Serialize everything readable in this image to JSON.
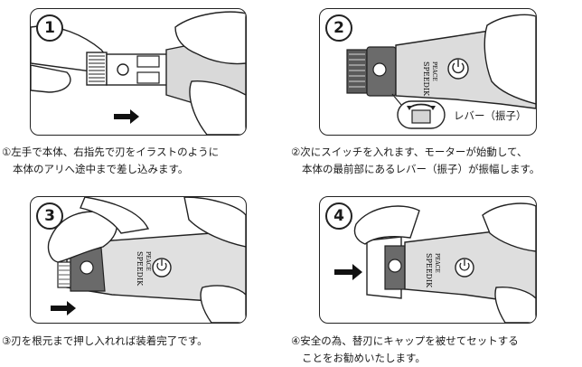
{
  "steps": [
    {
      "number": "1",
      "caption_lines": [
        "①左手で本体、右指先で刃をイラストのように",
        "本体のアリへ途中まで差し込みます。"
      ]
    },
    {
      "number": "2",
      "caption_lines": [
        "②次にスイッチを入れます、モーターが始動して、",
        "本体の最前部にあるレバー（振子）が振幅します。"
      ],
      "callout_label": "レバー（振子）"
    },
    {
      "number": "3",
      "caption_lines": [
        "③刃を根元まで押し入れれば装着完了です。"
      ]
    },
    {
      "number": "4",
      "caption_lines": [
        "④安全の為、替刃にキャップを被せてセットする",
        "ことをお勧めいたします。"
      ]
    }
  ],
  "device_branding": {
    "brand": "SPEEDIK",
    "model": "PEACE"
  }
}
